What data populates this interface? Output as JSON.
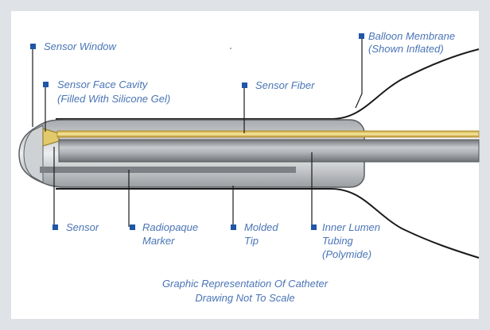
{
  "labels": {
    "sensor_window": "Sensor Window",
    "balloon_line1": "Balloon Membrane",
    "balloon_line2": "(Shown Inflated)",
    "cavity_line1": "Sensor Face Cavity",
    "cavity_line2": "(Filled With Silicone Gel)",
    "sensor_fiber": "Sensor Fiber",
    "sensor": "Sensor",
    "radiopaque_line1": "Radiopaque",
    "radiopaque_line2": "Marker",
    "molded_line1": "Molded",
    "molded_line2": "Tip",
    "lumen_line1": "Inner Lumen",
    "lumen_line2": "Tubing",
    "lumen_line3": "(Polymide)"
  },
  "caption": {
    "line1": "Graphic Representation Of Catheter",
    "line2": "Drawing Not To Scale"
  },
  "colors": {
    "background": "#dfe2e6",
    "label_text": "#4a74b5",
    "marker_square": "#1f56a6",
    "fiber": "#e8c85a",
    "tubing": "#8a8d91"
  }
}
